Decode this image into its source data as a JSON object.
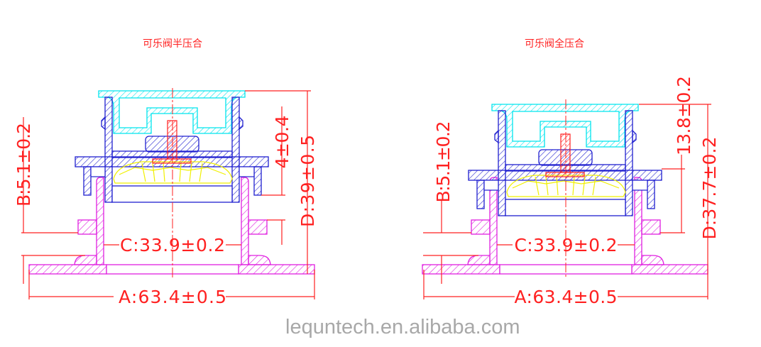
{
  "left_drawing": {
    "title": "可乐阀半压合",
    "dim_a": "A:63.4±0.5",
    "dim_b": "B:5.1±0.2",
    "dim_c": "C:33.9±0.2",
    "dim_d": "D:39±0.5",
    "dim_e": "4±0.4"
  },
  "right_drawing": {
    "title": "可乐阀全压合",
    "dim_a": "A:63.4±0.5",
    "dim_b": "B:5.1±0.2",
    "dim_c": "C:33.9±0.2",
    "dim_d": "D:37.7±0.2",
    "dim_e": "13.8±0.2"
  },
  "watermark": "lequntech.en.alibaba.com",
  "colors": {
    "dimension": "#ff2020",
    "cap": "#00e5ee",
    "body": "#2020d0",
    "base": "#e020e0",
    "spring": "#f0f000",
    "stem": "#ff2020"
  }
}
